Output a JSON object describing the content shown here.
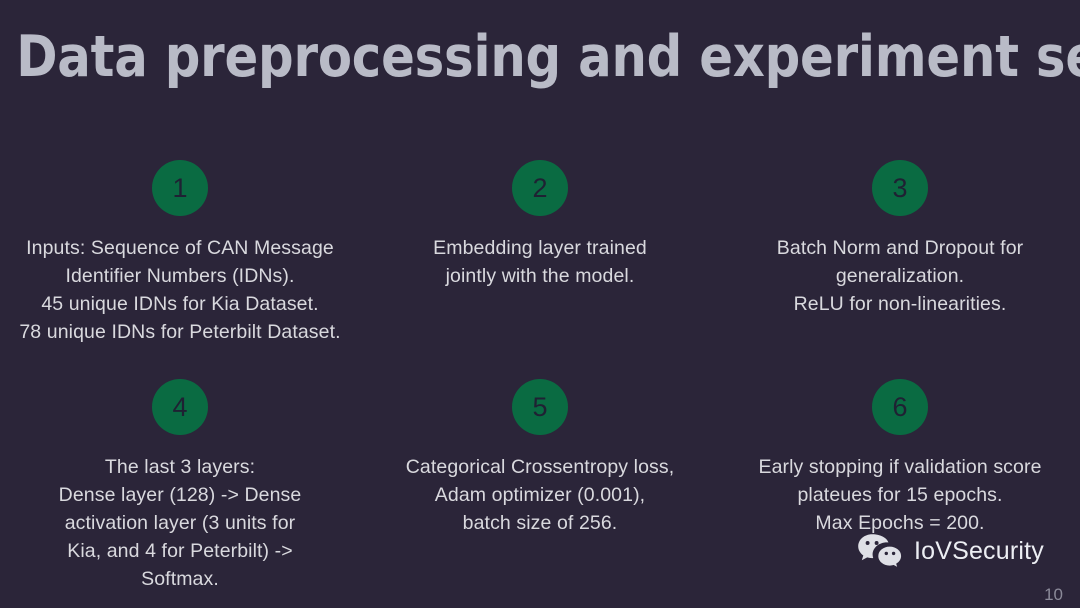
{
  "slide": {
    "title": "Data preprocessing and experiment setup",
    "background_color": "#2b2539",
    "title_color": "#b9bbc7",
    "badge_color": "#0a6b42",
    "text_color": "#d9d9de",
    "page_number": "10"
  },
  "items": [
    {
      "number": "1",
      "lines": [
        "Inputs: Sequence of CAN Message",
        "Identifier Numbers (IDNs).",
        "45 unique IDNs for Kia Dataset.",
        "78 unique IDNs for Peterbilt Dataset."
      ]
    },
    {
      "number": "2",
      "lines": [
        "Embedding layer trained",
        "jointly with the model."
      ]
    },
    {
      "number": "3",
      "lines": [
        "Batch Norm and Dropout for",
        "generalization.",
        "ReLU for non-linearities."
      ]
    },
    {
      "number": "4",
      "lines": [
        "The last 3 layers:",
        "Dense layer (128) -> Dense",
        "activation layer (3 units for",
        "Kia, and 4 for Peterbilt) ->",
        "Softmax."
      ]
    },
    {
      "number": "5",
      "lines": [
        "Categorical Crossentropy loss,",
        "Adam optimizer (0.001),",
        "batch size of 256."
      ]
    },
    {
      "number": "6",
      "lines": [
        "Early stopping if validation score",
        "plateues for 15 epochs.",
        "Max Epochs = 200."
      ]
    }
  ],
  "watermark": {
    "icon": "wechat-icon",
    "label": "IoVSecurity"
  }
}
